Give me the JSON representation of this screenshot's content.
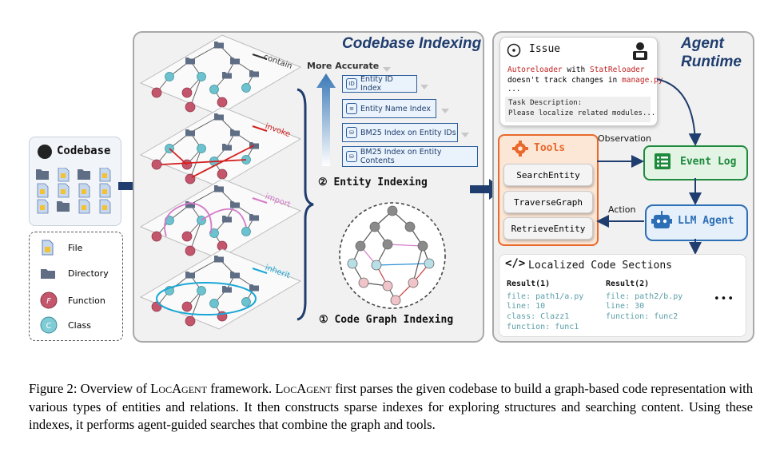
{
  "codebase": {
    "title": "Codebase",
    "legend": [
      {
        "label": "File",
        "icon": "file-icon"
      },
      {
        "label": "Directory",
        "icon": "folder-icon"
      },
      {
        "label": "Function",
        "icon": "function-node-icon",
        "letter": "F"
      },
      {
        "label": "Class",
        "icon": "class-node-icon",
        "letter": "C"
      }
    ]
  },
  "indexing": {
    "title": "Codebase Indexing",
    "layers": [
      {
        "label": "contain",
        "color": "#333333"
      },
      {
        "label": "invoke",
        "color": "#d42020"
      },
      {
        "label": "import",
        "color": "#d479c9"
      },
      {
        "label": "inherit",
        "color": "#1aa7d6"
      }
    ],
    "more_accurate": "More Accurate",
    "indexes": [
      {
        "label": "Entity ID Index",
        "icon": "id-icon"
      },
      {
        "label": "Entity Name Index",
        "icon": "name-icon"
      },
      {
        "label": "BM25 Index on Entity IDs",
        "icon": "db-icon"
      },
      {
        "label": "BM25 Index on Entity Contents",
        "icon": "db-icon"
      }
    ],
    "entity_indexing": "② Entity Indexing",
    "graph_indexing": "① Code Graph Indexing"
  },
  "runtime": {
    "title_line1": "Agent",
    "title_line2": "Runtime",
    "issue": {
      "title": "Issue",
      "line1_a": "Autoreloader",
      "line1_b": " with ",
      "line1_c": "StatReloader",
      "line2_a": "doesn't track changes in ",
      "line2_b": "manage.py",
      "line2_c": ".",
      "ellipsis": "...",
      "task1": "Task Description:",
      "task2": "Please localize related modules..."
    },
    "tools": {
      "title": "Tools",
      "items": [
        "SearchEntity",
        "TraverseGraph",
        "RetrieveEntity"
      ]
    },
    "observation": "Observation",
    "action": "Action",
    "event_log": "Event Log",
    "llm_agent": "LLM Agent",
    "localized": {
      "title": "Localized Code Sections",
      "results": [
        {
          "heading": "Result(1)",
          "lines": [
            "file: path1/a.py",
            "line: 10",
            "class: Clazz1",
            "function: func1"
          ]
        },
        {
          "heading": "Result(2)",
          "lines": [
            "file: path2/b.py",
            "line: 30",
            "function: func2"
          ]
        }
      ],
      "more": "•••"
    }
  },
  "caption": {
    "text": "Figure 2: Overview of LocAgent framework. LocAgent first parses the given codebase to build a graph-based code representation with various types of entities and relations. It then constructs sparse indexes for exploring structures and searching content. Using these indexes, it performs agent-guided searches that combine the graph and tools."
  },
  "colors": {
    "navy": "#1f3d6e",
    "function_node": "#c4566c",
    "class_node": "#6cc3cf",
    "tools_orange": "#e8692b",
    "event_green": "#1e8a3d",
    "agent_blue": "#2c6fb6",
    "issue_red": "#c02020",
    "result_teal": "#5b9ea8"
  }
}
